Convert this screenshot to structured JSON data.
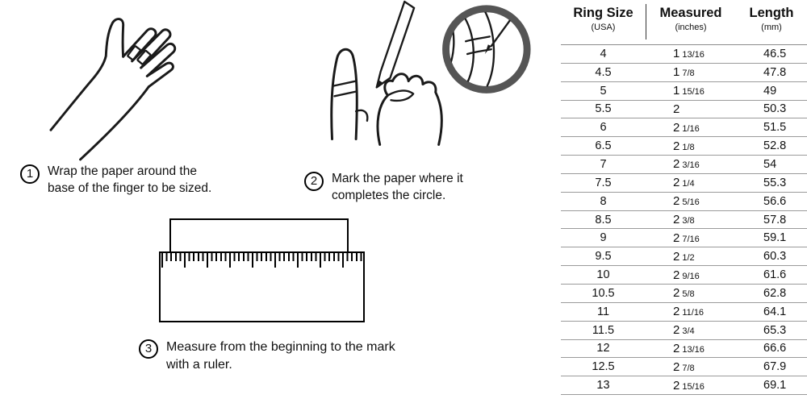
{
  "steps": [
    {
      "number": "1",
      "text": "Wrap the paper around the base of the finger to be sized."
    },
    {
      "number": "2",
      "text": "Mark the paper where it completes the circle."
    },
    {
      "number": "3",
      "text": "Measure from the beginning to the mark with a ruler."
    }
  ],
  "table": {
    "headers": {
      "size_title": "Ring Size",
      "size_subtitle": "(USA)",
      "measured_title": "Measured",
      "measured_subtitle": "(inches)",
      "length_title": "Length",
      "length_subtitle": "(mm)"
    },
    "rows": [
      {
        "size": "4",
        "whole": "1",
        "fraction": "13/16",
        "length": "46.5"
      },
      {
        "size": "4.5",
        "whole": "1",
        "fraction": "7/8",
        "length": "47.8"
      },
      {
        "size": "5",
        "whole": "1",
        "fraction": "15/16",
        "length": "49"
      },
      {
        "size": "5.5",
        "whole": "2",
        "fraction": "",
        "length": "50.3"
      },
      {
        "size": "6",
        "whole": "2",
        "fraction": "1/16",
        "length": "51.5"
      },
      {
        "size": "6.5",
        "whole": "2",
        "fraction": "1/8",
        "length": "52.8"
      },
      {
        "size": "7",
        "whole": "2",
        "fraction": "3/16",
        "length": "54"
      },
      {
        "size": "7.5",
        "whole": "2",
        "fraction": "1/4",
        "length": "55.3"
      },
      {
        "size": "8",
        "whole": "2",
        "fraction": "5/16",
        "length": "56.6"
      },
      {
        "size": "8.5",
        "whole": "2",
        "fraction": "3/8",
        "length": "57.8"
      },
      {
        "size": "9",
        "whole": "2",
        "fraction": "7/16",
        "length": "59.1"
      },
      {
        "size": "9.5",
        "whole": "2",
        "fraction": "1/2",
        "length": "60.3"
      },
      {
        "size": "10",
        "whole": "2",
        "fraction": "9/16",
        "length": "61.6"
      },
      {
        "size": "10.5",
        "whole": "2",
        "fraction": "5/8",
        "length": "62.8"
      },
      {
        "size": "11",
        "whole": "2",
        "fraction": "11/16",
        "length": "64.1"
      },
      {
        "size": "11.5",
        "whole": "2",
        "fraction": "3/4",
        "length": "65.3"
      },
      {
        "size": "12",
        "whole": "2",
        "fraction": "13/16",
        "length": "66.6"
      },
      {
        "size": "12.5",
        "whole": "2",
        "fraction": "7/8",
        "length": "67.9"
      },
      {
        "size": "13",
        "whole": "2",
        "fraction": "15/16",
        "length": "69.1"
      }
    ]
  }
}
